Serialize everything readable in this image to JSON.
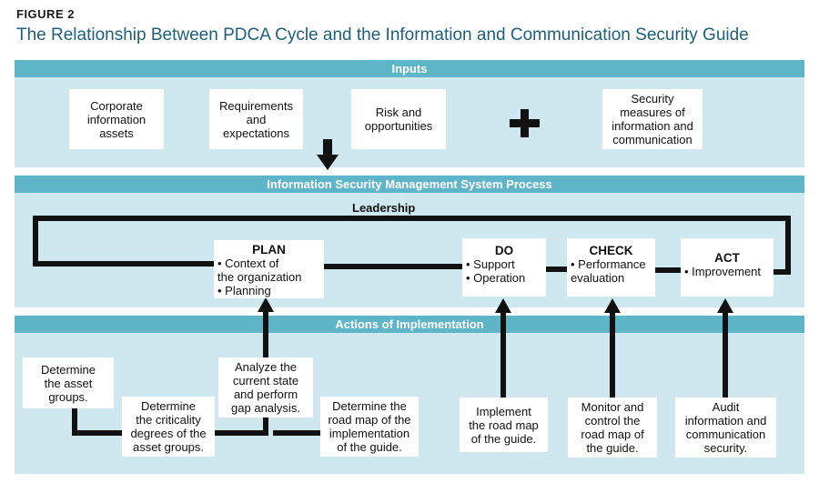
{
  "figure_label": "FIGURE 2",
  "title": "The Relationship Between PDCA Cycle and the Information and Communication Security Guide",
  "inputs": {
    "header": "Inputs",
    "items": [
      "Corporate\ninformation\nassets",
      "Requirements\nand\nexpectations",
      "Risk and\nopportunities"
    ],
    "plus_symbol": "+",
    "security_measures": "Security\nmeasures of\ninformation and\ncommunication"
  },
  "isms": {
    "header": "Information Security Management System Process",
    "leadership": "Leadership",
    "plan": {
      "title": "PLAN",
      "items": "• Context of\n  the organization\n• Planning"
    },
    "do": {
      "title": "DO",
      "items": "• Support\n• Operation"
    },
    "check": {
      "title": "CHECK",
      "items": "• Performance\n  evaluation"
    },
    "act": {
      "title": "ACT",
      "items": "• Improvement"
    }
  },
  "actions": {
    "header": "Actions of Implementation",
    "items": [
      "Determine\nthe asset\ngroups.",
      "Determine\nthe criticality\ndegrees of the\nasset groups.",
      "Analyze the\ncurrent state\nand perform\ngap analysis.",
      "Determine the\nroad map of the\nimplementation\nof the guide.",
      "Implement\nthe road map\nof the guide.",
      "Monitor and\ncontrol the\nroad map of\nthe guide.",
      "Audit\ninformation and\ncommunication\nsecurity."
    ]
  },
  "colors": {
    "panel": "#cfe8ef",
    "bar": "#5fb5c8",
    "title": "#1d5f7c",
    "line": "#111111"
  },
  "icons": {
    "down_arrow": "down-arrow-icon",
    "up_arrow": "up-arrow-icon",
    "plus": "plus-icon"
  }
}
